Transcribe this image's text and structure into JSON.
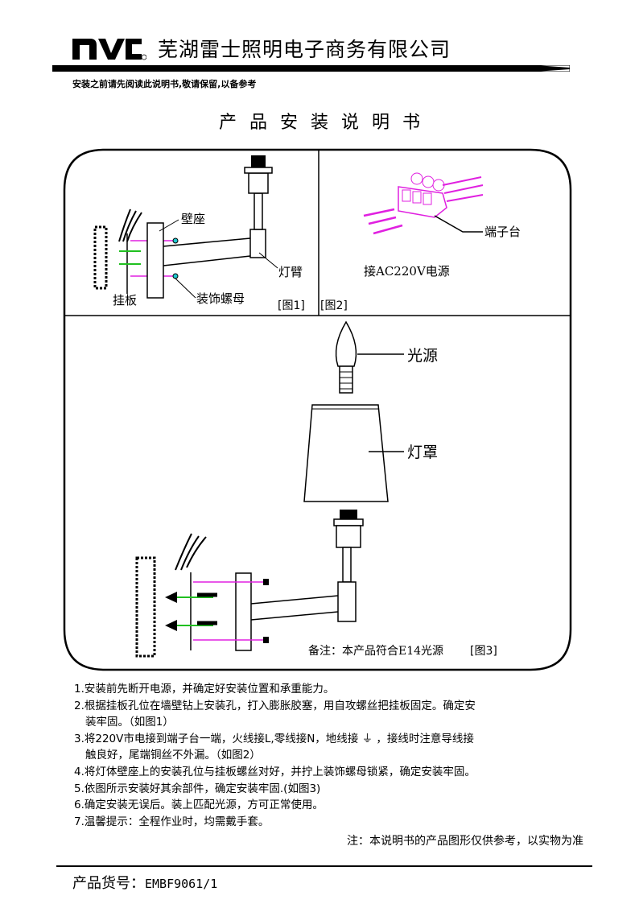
{
  "header": {
    "logo_text": "nvc",
    "company_name": "芜湖雷士照明电子商务有限公司",
    "notice": "安装之前请先阅读此说明书,敬请保留,以备参考",
    "title": "产品安装说明书"
  },
  "figure1": {
    "label_base": "壁座",
    "label_arm": "灯臂",
    "label_plate": "挂板",
    "label_nut": "装饰螺母",
    "caption": "[图1]"
  },
  "figure2": {
    "label_terminal": "端子台",
    "label_power": "接AC220V电源",
    "caption": "[图2]"
  },
  "figure3": {
    "label_light_source": "光源",
    "label_shade": "灯罩",
    "remark": "备注：本产品符合E14光源",
    "caption": "[图3]"
  },
  "instructions": [
    "1.安装前先断开电源，并确定好安装位置和承重能力。",
    "2.根据挂板孔位在墙壁钻上安装孔，打入膨胀胶塞，用自攻螺丝把挂板固定。确定安",
    "装牢固。（如图1）",
    "3.将220V市电接到端子台一端，火线接L,零线接N，地线接 ⏚ ，接线时注意导线接",
    "触良好，尾端铜丝不外漏。（如图2）",
    "4.将灯体壁座上的安装孔位与挂板螺丝对好，并拧上装饰螺母锁紧，确定安装牢固。",
    "5.依图所示安装好其余部件，确定安装牢固.(如图3)",
    "6.确定安装无误后。装上匹配光源，方可正常使用。",
    "7.温馨提示：全程作业时，均需戴手套。"
  ],
  "note": "注：本说明书的产品图形仅供参考，以实物为准",
  "product_code_label": "产品货号：",
  "product_code": "EMBF9061/1",
  "colors": {
    "magenta": "#e020e0",
    "cyan": "#20c8d0",
    "green": "#20c020"
  }
}
